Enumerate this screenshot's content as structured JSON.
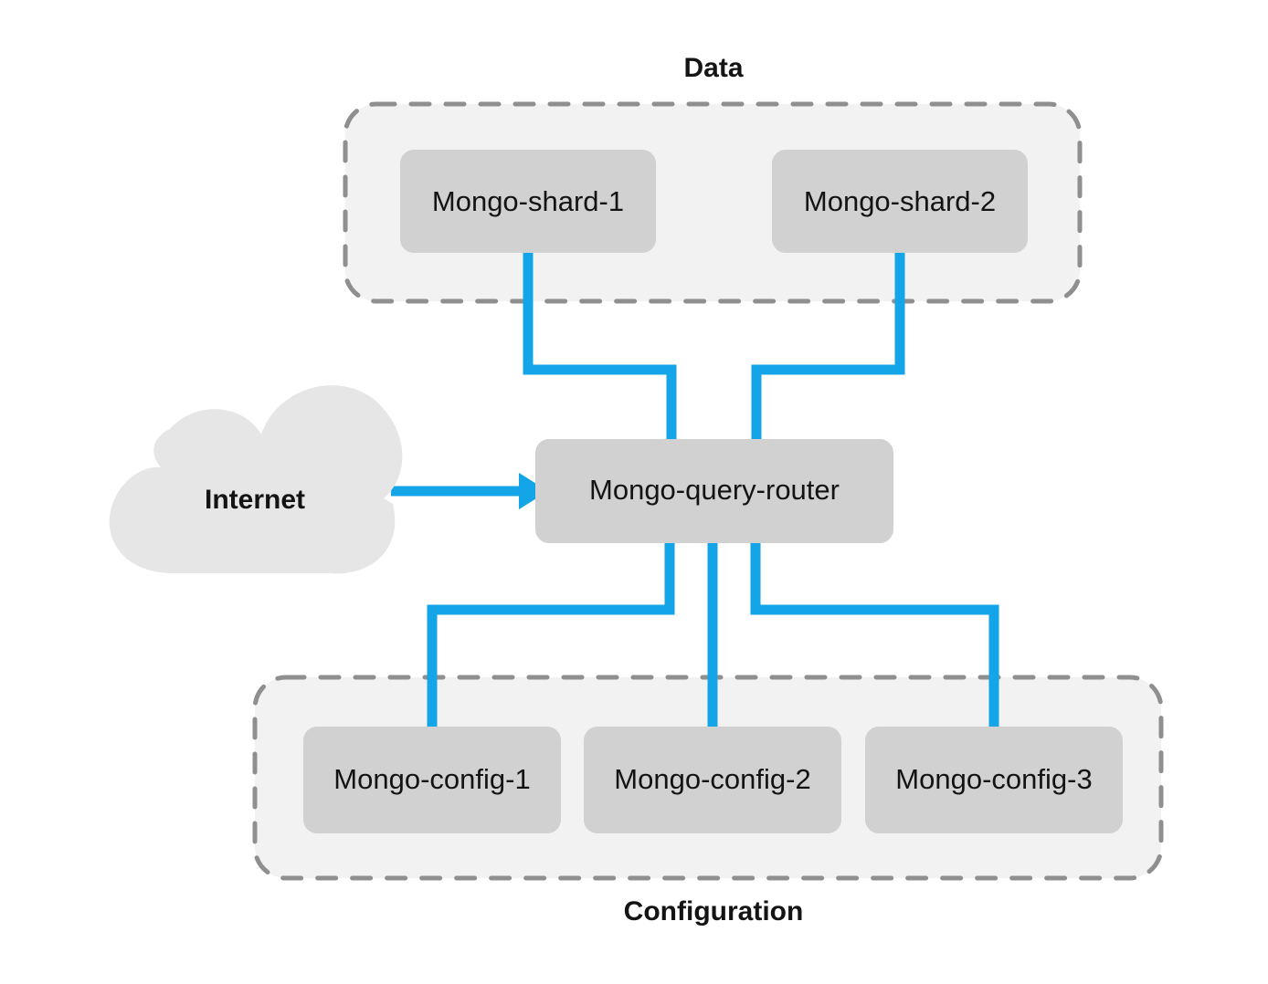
{
  "diagram": {
    "title_data": "Data",
    "title_configuration": "Configuration",
    "colors": {
      "link_blue": "#13a5e8",
      "node_fill": "#d1d1d1",
      "group_fill": "#f2f2f2",
      "group_border": "#8f8f8f",
      "cloud_fill": "#e6e6e6",
      "background": "#ffffff",
      "text": "#131313"
    }
  },
  "data_group": {
    "label": "Data",
    "nodes": [
      {
        "label": "Mongo-shard-1",
        "name": "node-mongo-shard-1"
      },
      {
        "label": "Mongo-shard-2",
        "name": "node-mongo-shard-2"
      }
    ]
  },
  "router": {
    "label": "Mongo-query-router",
    "name": "node-mongo-query-router"
  },
  "internet": {
    "label": "Internet",
    "name": "cloud-internet"
  },
  "config_group": {
    "label": "Configuration",
    "nodes": [
      {
        "label": "Mongo-config-1",
        "name": "node-mongo-config-1"
      },
      {
        "label": "Mongo-config-2",
        "name": "node-mongo-config-2"
      },
      {
        "label": "Mongo-config-3",
        "name": "node-mongo-config-3"
      }
    ]
  },
  "connections": [
    {
      "from": "Mongo-shard-1",
      "to": "Mongo-query-router"
    },
    {
      "from": "Mongo-shard-2",
      "to": "Mongo-query-router"
    },
    {
      "from": "Internet",
      "to": "Mongo-query-router",
      "arrow": true
    },
    {
      "from": "Mongo-query-router",
      "to": "Mongo-config-1"
    },
    {
      "from": "Mongo-query-router",
      "to": "Mongo-config-2"
    },
    {
      "from": "Mongo-query-router",
      "to": "Mongo-config-3"
    }
  ]
}
